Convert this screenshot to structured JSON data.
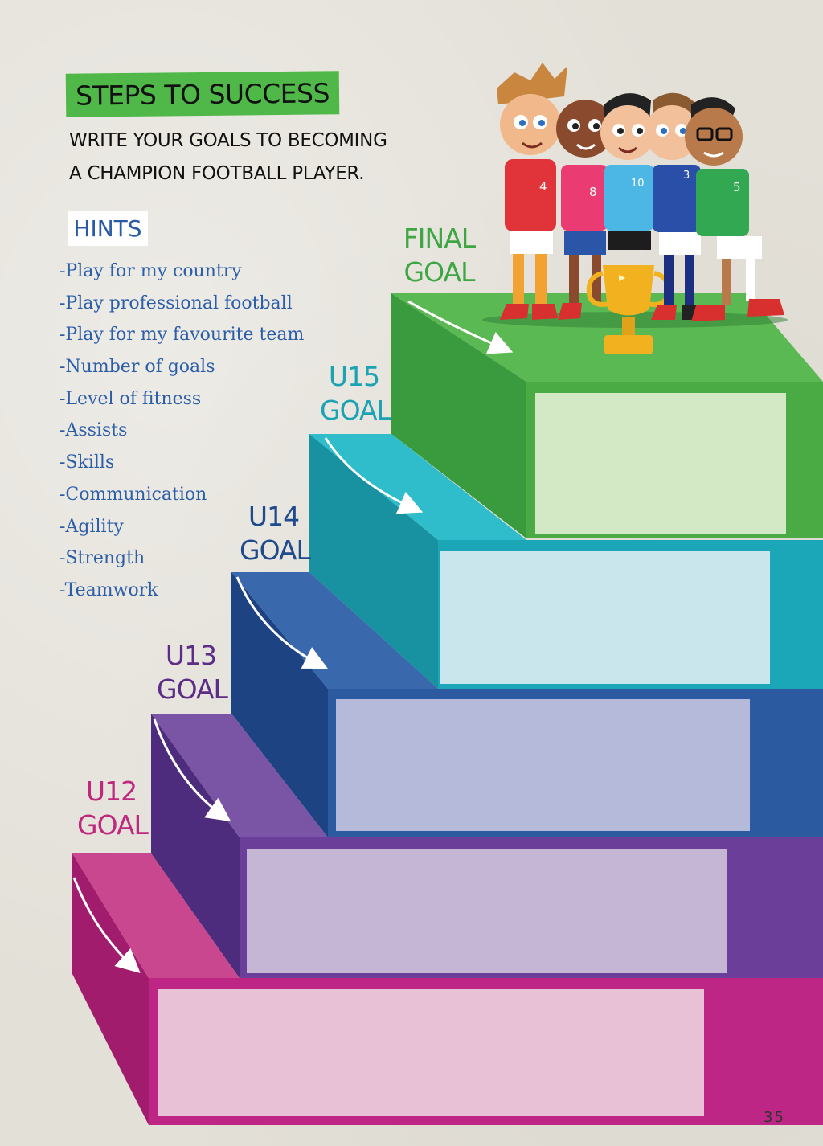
{
  "title": "STEPS TO SUCCESS",
  "subtitle_lines": [
    "WRITE YOUR GOALS TO BECOMING",
    "A CHAMPION FOOTBALL PLAYER."
  ],
  "hints_label": "HINTS",
  "hints": [
    "-Play for my country",
    "-Play professional football",
    "-Play for my favourite team",
    "-Number of goals",
    "-Level of fitness",
    "-Assists",
    "-Skills",
    "-Communication",
    "-Agility",
    "-Strength",
    "-Teamwork"
  ],
  "goals": [
    {
      "line1": "U12",
      "line2": "GOAL",
      "color": "#c0287e"
    },
    {
      "line1": "U13",
      "line2": "GOAL",
      "color": "#5b2d86"
    },
    {
      "line1": "U14",
      "line2": "GOAL",
      "color": "#1f4a8c"
    },
    {
      "line1": "U15",
      "line2": "GOAL",
      "color": "#1ba3b3"
    },
    {
      "line1": "FINAL",
      "line2": "GOAL",
      "color": "#3ea743"
    }
  ],
  "jersey_numbers": [
    "4",
    "8",
    "10",
    "3",
    "5"
  ],
  "page_number": "35"
}
